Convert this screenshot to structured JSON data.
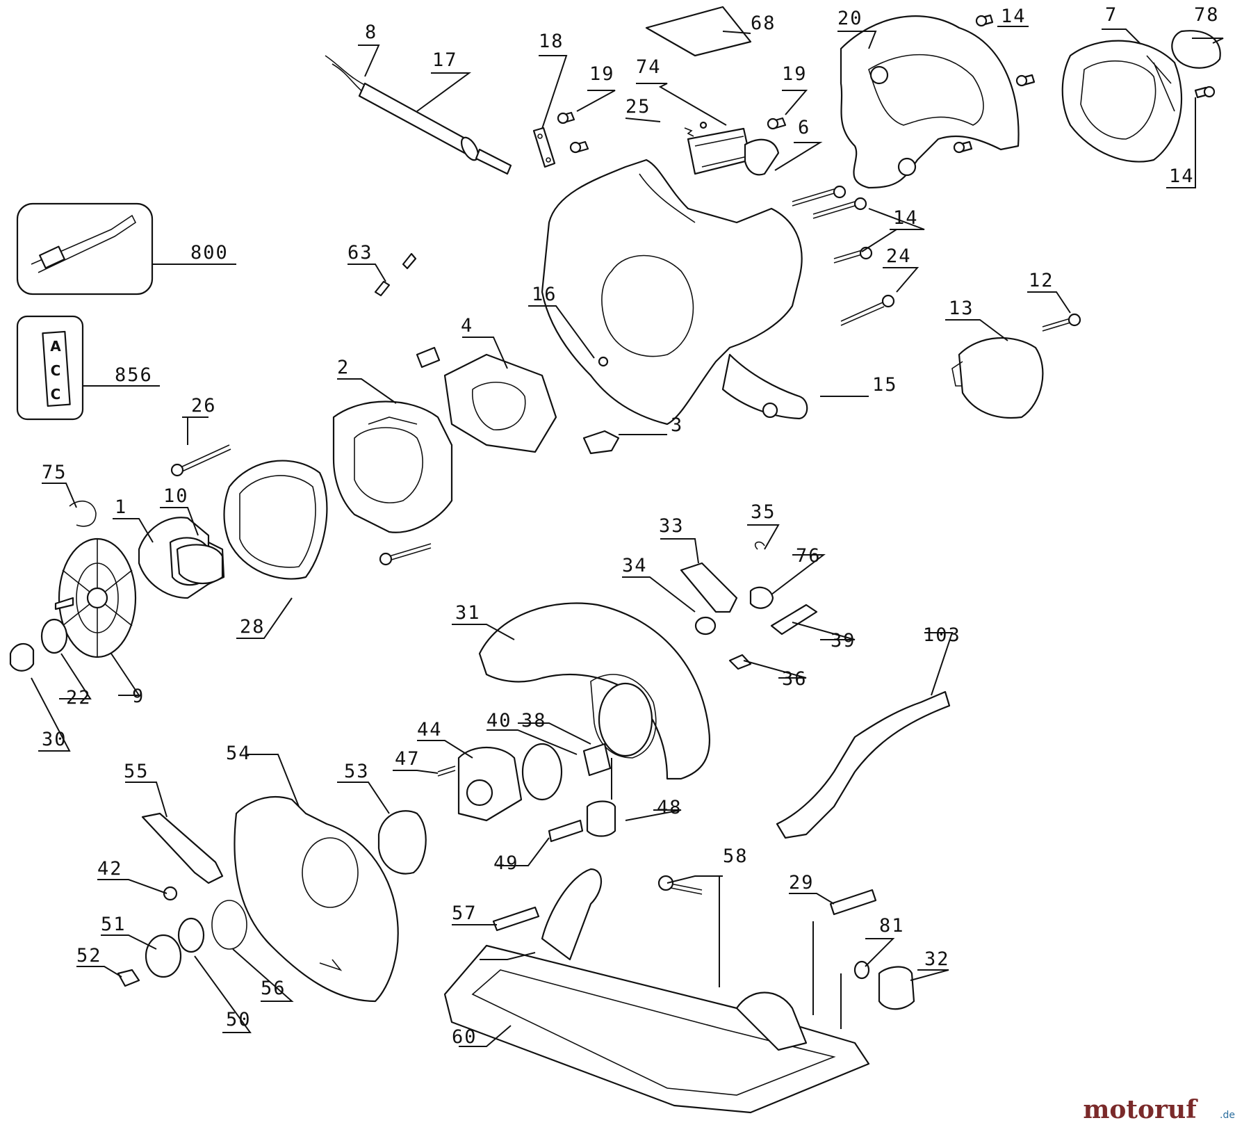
{
  "labels": {
    "l1": "1",
    "l2": "2",
    "l3": "3",
    "l4": "4",
    "l6": "6",
    "l7": "7",
    "l8": "8",
    "l9": "9",
    "l10": "10",
    "l12": "12",
    "l13": "13",
    "l14a": "14",
    "l14b": "14",
    "l14c": "14",
    "l15": "15",
    "l16": "16",
    "l17": "17",
    "l18": "18",
    "l19a": "19",
    "l19b": "19",
    "l20": "20",
    "l22": "22",
    "l24": "24",
    "l25": "25",
    "l26": "26",
    "l28": "28",
    "l29": "29",
    "l30": "30",
    "l31": "31",
    "l32": "32",
    "l33": "33",
    "l34": "34",
    "l35": "35",
    "l36": "36",
    "l38": "38",
    "l39": "39",
    "l40": "40",
    "l42": "42",
    "l44": "44",
    "l47": "47",
    "l48": "48",
    "l49": "49",
    "l50": "50",
    "l51": "51",
    "l52": "52",
    "l53": "53",
    "l54": "54",
    "l55": "55",
    "l56": "56",
    "l57": "57",
    "l58": "58",
    "l60": "60",
    "l63": "63",
    "l68": "68",
    "l74": "74",
    "l75": "75",
    "l76": "76",
    "l78": "78",
    "l81": "81",
    "l103": "103",
    "l800": "800",
    "l856": "856"
  },
  "inset_text": {
    "acc": "ACC"
  },
  "watermark": {
    "main": "motoruf",
    "domain": ".de",
    "color_main": "#7a2a2a",
    "color_accent": "#2b6e9e"
  }
}
